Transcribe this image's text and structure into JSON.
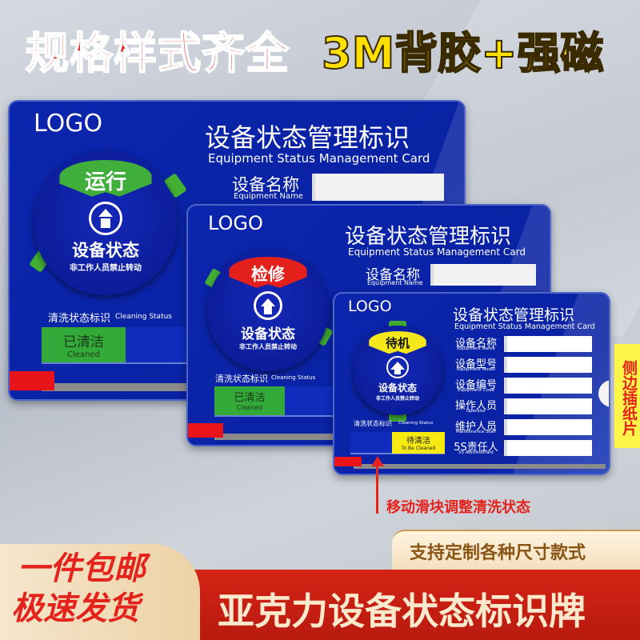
{
  "headline": {
    "left": "规格样式齐全",
    "right": "3M背胶+强磁"
  },
  "card": {
    "logo": "LOGO",
    "title_cn": "设备状态管理标识",
    "title_en": "Equipment Status Management Card",
    "dial_title": "设备状态",
    "dial_note": "非工作人员禁止转动",
    "cleaning_label_cn": "清洗状态标识",
    "cleaning_label_en": "Cleaning Status",
    "fields": [
      {
        "cn": "设备名称",
        "en": "Equipment Name"
      },
      {
        "cn": "设备型号",
        "en": "Equipment Model"
      },
      {
        "cn": "设备编号",
        "en": "Equipment Code"
      },
      {
        "cn": "操作人员",
        "en": "Operator"
      },
      {
        "cn": "维护人员",
        "en": "Maintenance Staff"
      },
      {
        "cn": "5S责任人",
        "en": "5S Administrant"
      }
    ]
  },
  "cards": [
    {
      "status": "运行",
      "status_color": "#3fae3a",
      "clean_cn": "已清洁",
      "clean_en": "Cleaned",
      "clean_color": "#33a93a"
    },
    {
      "status": "检修",
      "status_color": "#e3201c",
      "clean_cn": "已清洁",
      "clean_en": "Cleaned",
      "clean_color": "#33a93a"
    },
    {
      "status": "待机",
      "status_color": "#f5e81a",
      "clean_cn": "待清洁",
      "clean_en": "To Be Cleaned",
      "clean_color": "#f8ea10"
    }
  ],
  "side_note": "侧边插纸片",
  "slider_note": "移动滑块调整清洗状态",
  "custom_note": "支持定制各种尺寸款式",
  "promo": {
    "line1": "一件包邮",
    "line2": "极速发货"
  },
  "product_name": "亚克力设备状态标识牌",
  "colors": {
    "card_blue": "#0a22a8",
    "accent_red": "#e4231c",
    "accent_yellow": "#ffe000"
  }
}
